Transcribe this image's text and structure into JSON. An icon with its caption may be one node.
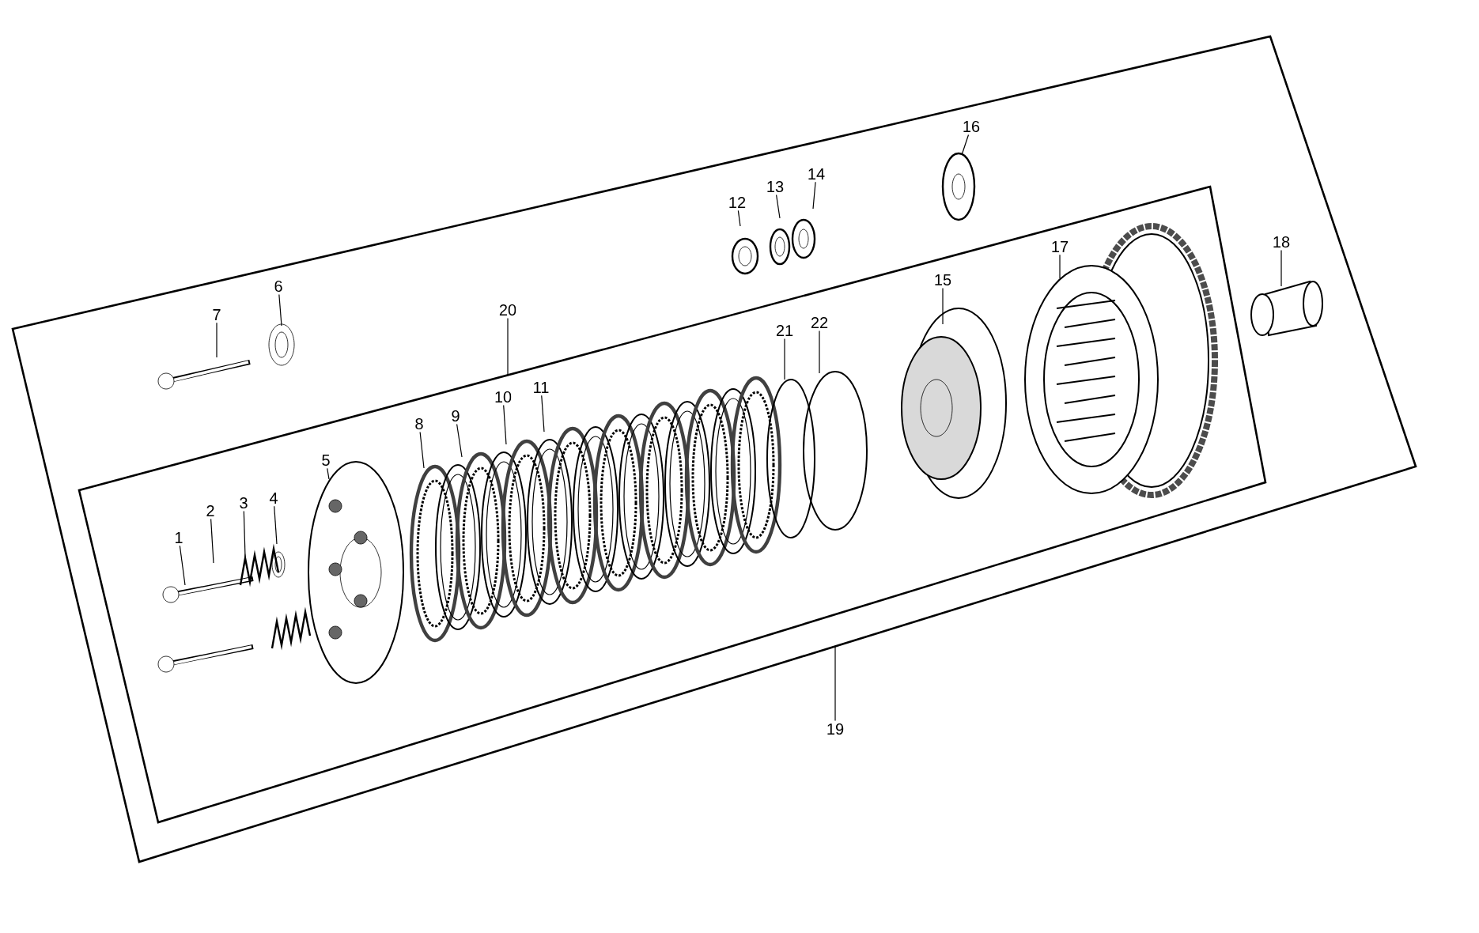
{
  "diagram": {
    "nodes": [
      {
        "text": [],
        "shape": "box"
      },
      {
        "text": [],
        "shape": "box",
        "in": 0
      },
      {
        "text": [
          "1"
        ],
        "in": 1
      },
      {
        "text": [
          "2"
        ],
        "in": 1
      },
      {
        "text": [
          "3"
        ],
        "in": 1
      },
      {
        "text": [
          "4"
        ],
        "in": 1
      },
      {
        "text": [
          "5"
        ],
        "in": 1
      },
      {
        "text": [
          "6"
        ],
        "in": 0
      },
      {
        "text": [
          "7"
        ],
        "in": 0
      },
      {
        "text": [
          "8"
        ],
        "in": 1
      },
      {
        "text": [
          "9"
        ],
        "in": 1
      },
      {
        "text": [
          "10"
        ],
        "in": 1
      },
      {
        "text": [
          "11"
        ],
        "in": 1
      },
      {
        "text": [
          "12"
        ],
        "in": 0
      },
      {
        "text": [
          "13"
        ],
        "in": 0
      },
      {
        "text": [
          "14"
        ],
        "in": 0
      },
      {
        "text": [
          "15"
        ],
        "in": 1
      },
      {
        "text": [
          "16"
        ],
        "in": 0
      },
      {
        "text": [
          "17"
        ],
        "in": 1
      },
      {
        "text": [
          "18"
        ],
        "in": 0
      },
      {
        "text": [
          "19"
        ]
      },
      {
        "text": [
          "20"
        ],
        "in": 0
      },
      {
        "text": [
          "21"
        ],
        "in": 1
      },
      {
        "text": [
          "22"
        ],
        "in": 1
      }
    ],
    "edges": [
      {
        "from": 2,
        "to": null,
        "arrow": "none"
      },
      {
        "from": 3,
        "to": null,
        "arrow": "none"
      },
      {
        "from": 4,
        "to": null,
        "arrow": "none"
      },
      {
        "from": 5,
        "to": null,
        "arrow": "none"
      },
      {
        "from": 6,
        "to": null,
        "arrow": "none"
      },
      {
        "from": 7,
        "to": null,
        "arrow": "none"
      },
      {
        "from": 8,
        "to": null,
        "arrow": "none"
      },
      {
        "from": 9,
        "to": null,
        "arrow": "none"
      },
      {
        "from": 10,
        "to": null,
        "arrow": "none"
      },
      {
        "from": 11,
        "to": null,
        "arrow": "none"
      },
      {
        "from": 12,
        "to": null,
        "arrow": "none"
      },
      {
        "from": 13,
        "to": null,
        "arrow": "none"
      },
      {
        "from": 14,
        "to": null,
        "arrow": "none"
      },
      {
        "from": 15,
        "to": null,
        "arrow": "none"
      },
      {
        "from": 16,
        "to": null,
        "arrow": "none"
      },
      {
        "from": 17,
        "to": null,
        "arrow": "none"
      },
      {
        "from": 18,
        "to": null,
        "arrow": "none"
      },
      {
        "from": 19,
        "to": null,
        "arrow": "none"
      },
      {
        "from": 20,
        "to": 0,
        "arrow": "none"
      },
      {
        "from": 21,
        "to": 1,
        "arrow": "none"
      },
      {
        "from": 22,
        "to": null,
        "arrow": "none"
      },
      {
        "from": 23,
        "to": null,
        "arrow": "none"
      }
    ]
  }
}
